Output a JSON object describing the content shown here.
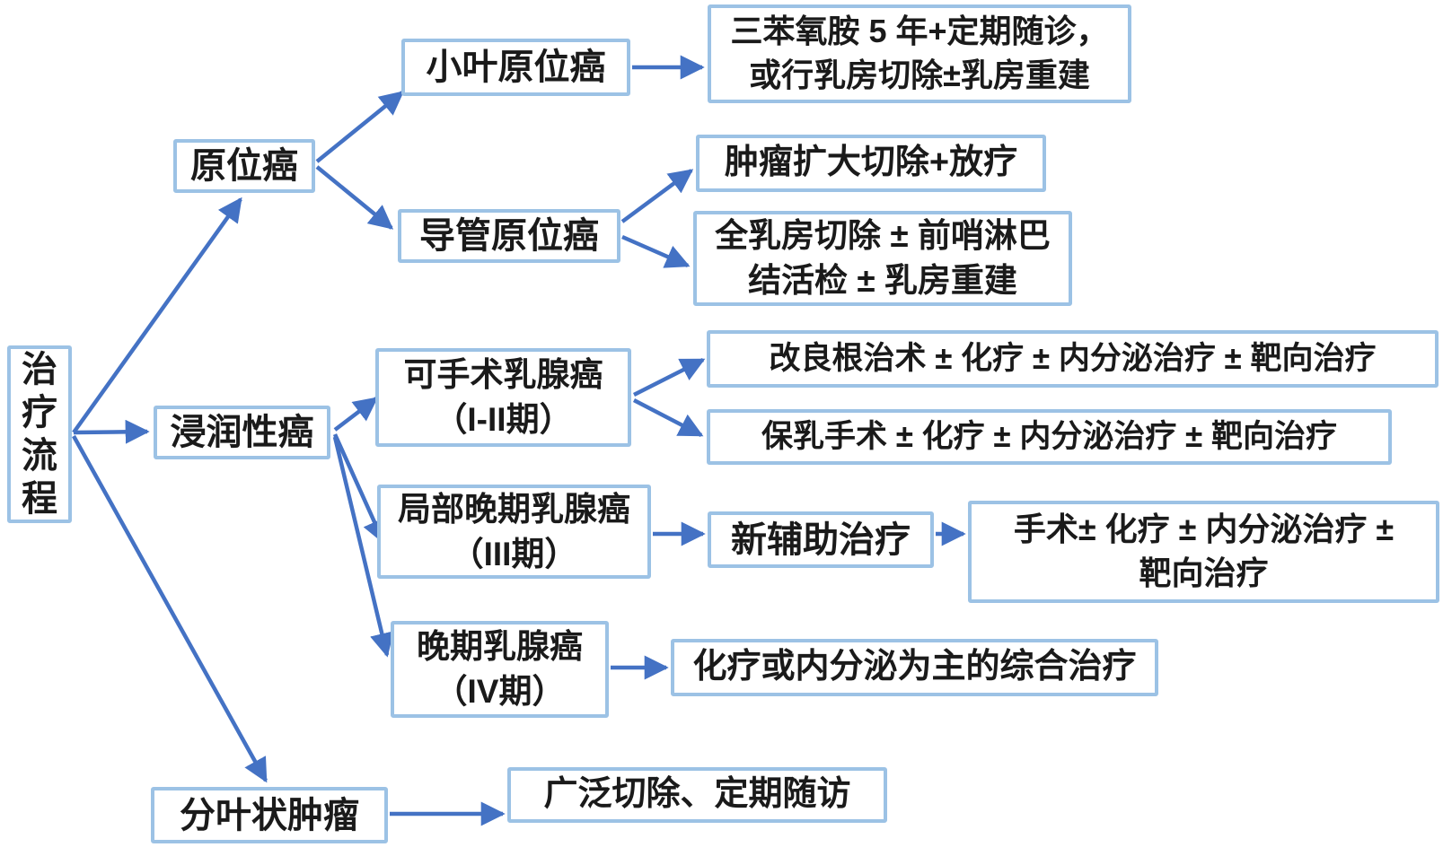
{
  "diagram": {
    "colors": {
      "box_border": "#9CC2E5",
      "box_fill": "#FFFFFF",
      "arrow": "#4472C4",
      "text": "#1A1A1A"
    },
    "nodes": {
      "root": {
        "label": "治疗流程"
      },
      "in_situ": {
        "label": "原位癌"
      },
      "lobular_in_situ": {
        "label": "小叶原位癌"
      },
      "ductal_in_situ": {
        "label": "导管原位癌"
      },
      "invasive": {
        "label": "浸润性癌"
      },
      "operable": {
        "line1": "可手术乳腺癌",
        "line2": "（I-II期）"
      },
      "locally_advanced": {
        "line1": "局部晚期乳腺癌",
        "line2": "（III期）"
      },
      "advanced": {
        "line1": "晚期乳腺癌",
        "line2": "（IV期）"
      },
      "neoadjuvant": {
        "label": "新辅助治疗"
      },
      "phyllodes": {
        "label": "分叶状肿瘤"
      }
    },
    "outcomes": {
      "lcis_treatment": {
        "line1": "三苯氧胺 5 年+定期随诊，",
        "line2": "或行乳房切除±乳房重建"
      },
      "dcis_excision": {
        "label": "肿瘤扩大切除+放疗"
      },
      "dcis_mastectomy": {
        "line1": "全乳房切除 ± 前哨淋巴",
        "line2": "结活检 ± 乳房重建"
      },
      "operable_mrm": {
        "label": "改良根治术 ± 化疗 ± 内分泌治疗 ± 靶向治疗"
      },
      "operable_bcs": {
        "label": "保乳手术 ± 化疗 ± 内分泌治疗 ± 靶向治疗"
      },
      "post_neoadjuvant": {
        "line1": "手术± 化疗 ± 内分泌治疗 ±",
        "line2": "靶向治疗"
      },
      "advanced_treatment": {
        "label": "化疗或内分泌为主的综合治疗"
      },
      "phyllodes_treatment": {
        "label": "广泛切除、定期随访"
      }
    },
    "edges": [
      {
        "from": "root",
        "to": "in_situ"
      },
      {
        "from": "root",
        "to": "invasive"
      },
      {
        "from": "root",
        "to": "phyllodes"
      },
      {
        "from": "in_situ",
        "to": "lobular_in_situ"
      },
      {
        "from": "in_situ",
        "to": "ductal_in_situ"
      },
      {
        "from": "lobular_in_situ",
        "to": "lcis_treatment"
      },
      {
        "from": "ductal_in_situ",
        "to": "dcis_excision"
      },
      {
        "from": "ductal_in_situ",
        "to": "dcis_mastectomy"
      },
      {
        "from": "invasive",
        "to": "operable"
      },
      {
        "from": "invasive",
        "to": "locally_advanced"
      },
      {
        "from": "invasive",
        "to": "advanced"
      },
      {
        "from": "operable",
        "to": "operable_mrm"
      },
      {
        "from": "operable",
        "to": "operable_bcs"
      },
      {
        "from": "locally_advanced",
        "to": "neoadjuvant"
      },
      {
        "from": "neoadjuvant",
        "to": "post_neoadjuvant"
      },
      {
        "from": "advanced",
        "to": "advanced_treatment"
      },
      {
        "from": "phyllodes",
        "to": "phyllodes_treatment"
      }
    ]
  }
}
